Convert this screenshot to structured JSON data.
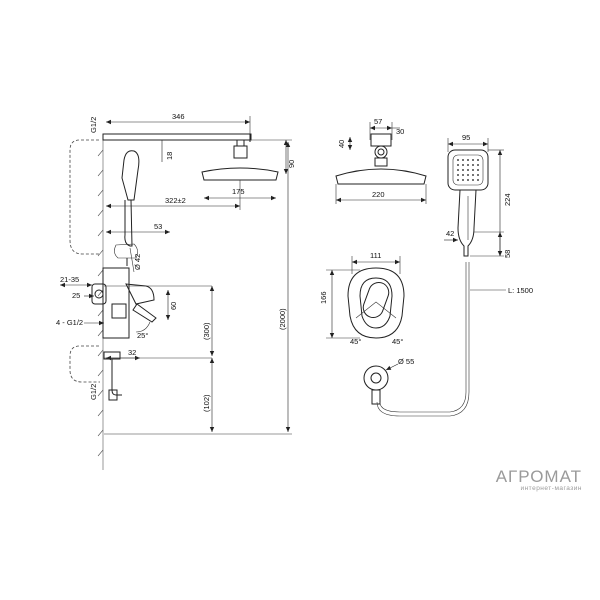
{
  "dimensions": {
    "arm_length": "346",
    "arm_offset": "18",
    "head_drop": "90",
    "head_reach": "322±2",
    "head_width_side": "175",
    "bar_offset": "53",
    "top_inlet": "G1/2",
    "hand_shower_dia": "Ø 42",
    "wall_tolerance": "21-35",
    "mixer_depth": "25",
    "mixer_inlets": "4 - G1/2",
    "lever_angle": "25°",
    "lever_height": "60",
    "lower_offset": "32",
    "bottom_inlet": "G1/2",
    "height_300": "(300)",
    "height_102": "(102)",
    "height_2000": "(2000)",
    "head_top_57": "57",
    "head_top_30": "30",
    "head_top_40": "40",
    "head_diameter": "220",
    "plate_width": "111",
    "plate_height": "166",
    "plate_angle_left": "45°",
    "plate_angle_right": "45°",
    "outlet_dia": "Ø 55",
    "hand_width": "95",
    "hand_length": "224",
    "hand_neck": "42",
    "hand_tail": "58",
    "hose_length": "L: 1500"
  },
  "watermark": {
    "brand": "АГРОМАТ",
    "subtitle": "интернет-магазин"
  }
}
